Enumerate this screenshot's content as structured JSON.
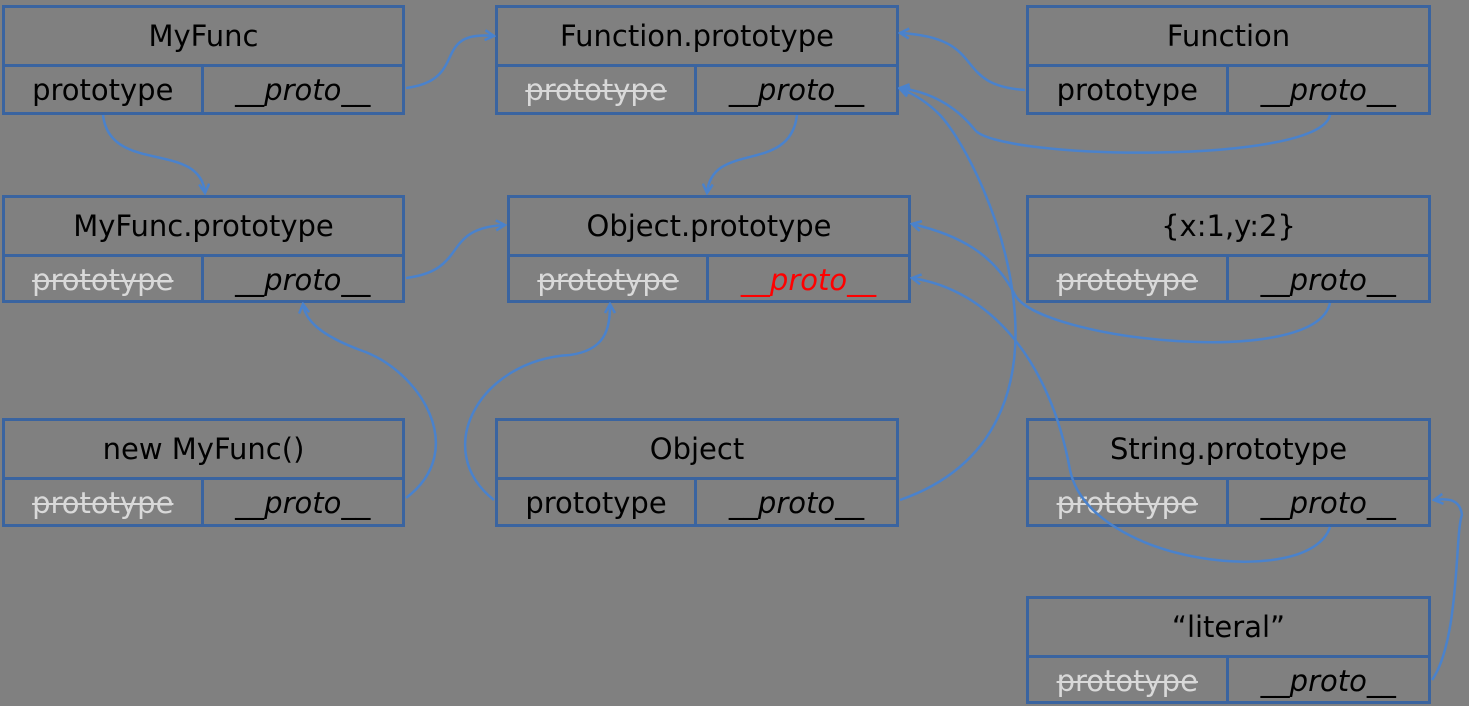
{
  "boxes": {
    "myfunc": {
      "title": "MyFunc",
      "left": "prototype",
      "right": "__proto__"
    },
    "function_prototype": {
      "title": "Function.prototype",
      "left": "prototype",
      "right": "__proto__"
    },
    "function": {
      "title": "Function",
      "left": "prototype",
      "right": "__proto__"
    },
    "myfunc_prototype": {
      "title": "MyFunc.prototype",
      "left": "prototype",
      "right": "__proto__"
    },
    "object_prototype": {
      "title": "Object.prototype",
      "left": "prototype",
      "right": "__proto__"
    },
    "object_literal": {
      "title": "{x:1,y:2}",
      "left": "prototype",
      "right": "__proto__"
    },
    "new_myfunc": {
      "title": "new MyFunc()",
      "left": "prototype",
      "right": "__proto__"
    },
    "object": {
      "title": "Object",
      "left": "prototype",
      "right": "__proto__"
    },
    "string_prototype": {
      "title": "String.prototype",
      "left": "prototype",
      "right": "__proto__"
    },
    "string_literal": {
      "title": "“literal”",
      "left": "prototype",
      "right": "__proto__"
    }
  },
  "colors": {
    "background": "#808080",
    "box_border": "#3a64a0",
    "arrow": "#4a82cc",
    "disabled_text": "#d9d9d9",
    "highlight_text": "#ff0000"
  }
}
